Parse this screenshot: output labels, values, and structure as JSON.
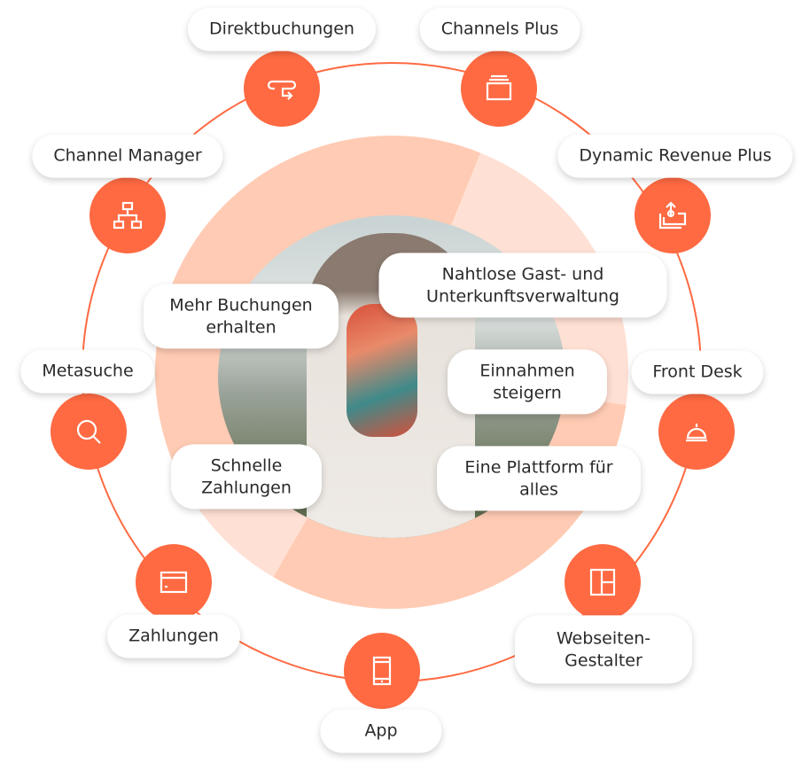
{
  "colors": {
    "accent": "#ff6a42",
    "donut": "#ffcbb4",
    "donut_light": "#ffe0d4"
  },
  "products": [
    {
      "label": "Direktbuchungen",
      "icon": "direct-booking-icon"
    },
    {
      "label": "Channels Plus",
      "icon": "channels-stack-icon"
    },
    {
      "label": "Channel Manager",
      "icon": "hierarchy-icon"
    },
    {
      "label": "Dynamic Revenue Plus",
      "icon": "revenue-upload-icon"
    },
    {
      "label": "Metasuche",
      "icon": "search-icon"
    },
    {
      "label": "Front Desk",
      "icon": "bell-icon"
    },
    {
      "label": "Zahlungen",
      "icon": "credit-card-icon"
    },
    {
      "label": "Webseiten-Gestalter",
      "icon": "layout-icon"
    },
    {
      "label": "App",
      "icon": "mobile-icon"
    }
  ],
  "benefits": [
    "Mehr Buchungen erhalten",
    "Nahtlose Gast- und Unterkunftsverwaltung",
    "Einnahmen steigern",
    "Schnelle Zahlungen",
    "Eine Plattform für alles"
  ]
}
